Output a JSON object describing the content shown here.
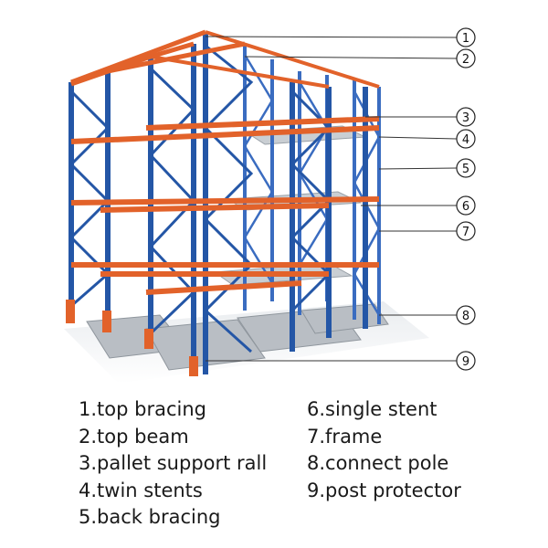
{
  "callouts": [
    "1",
    "2",
    "3",
    "4",
    "5",
    "6",
    "7",
    "8",
    "9"
  ],
  "legend": {
    "left": [
      "1.top bracing",
      "2.top beam",
      "3.pallet support rall",
      "4.twin stents",
      "5.back bracing"
    ],
    "right": [
      "6.single stent",
      "7.frame",
      "8.connect pole",
      "9.post protector"
    ]
  },
  "colors": {
    "upright": "#2456a6",
    "beam": "#e2622a",
    "pallet": "#b9bec4",
    "leader": "#333333"
  }
}
